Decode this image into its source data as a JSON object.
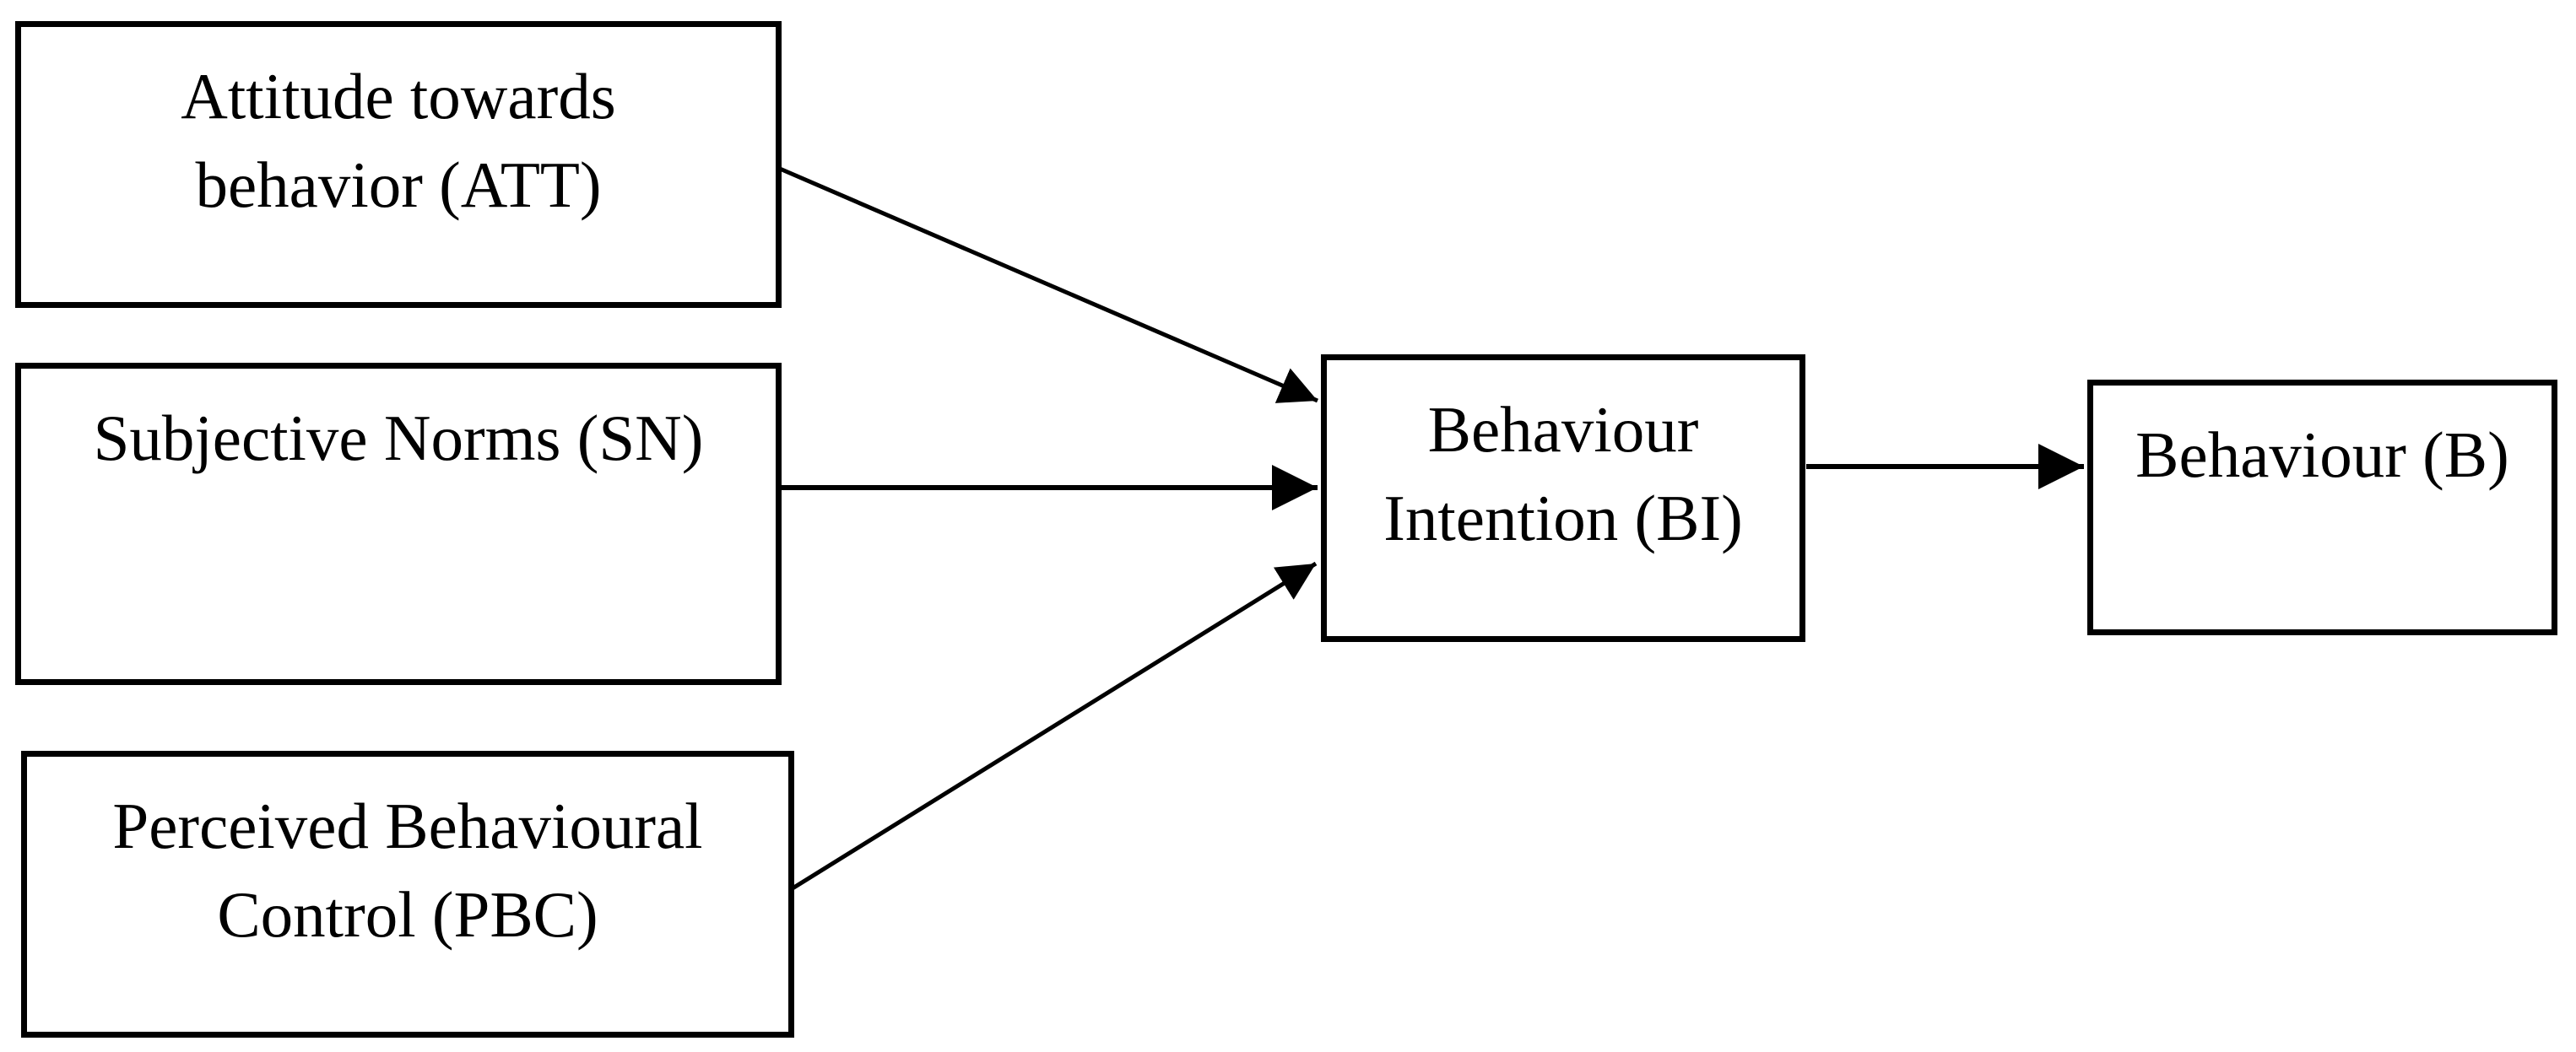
{
  "diagram": {
    "background_color": "#ffffff",
    "box_border_color": "#000000",
    "text_color": "#000000",
    "arrow_color": "#000000"
  },
  "nodes": {
    "att": {
      "line1": "Attitude towards",
      "line2": "behavior (ATT)"
    },
    "sn": {
      "line1": "Subjective Norms (SN)"
    },
    "pbc": {
      "line1": "Perceived Behavioural",
      "line2": "Control (PBC)"
    },
    "bi": {
      "line1": "Behaviour",
      "line2": "Intention (BI)"
    },
    "b": {
      "line1": "Behaviour (B)"
    }
  },
  "edges": [
    {
      "from": "att",
      "to": "bi"
    },
    {
      "from": "sn",
      "to": "bi"
    },
    {
      "from": "pbc",
      "to": "bi"
    },
    {
      "from": "bi",
      "to": "b"
    }
  ]
}
